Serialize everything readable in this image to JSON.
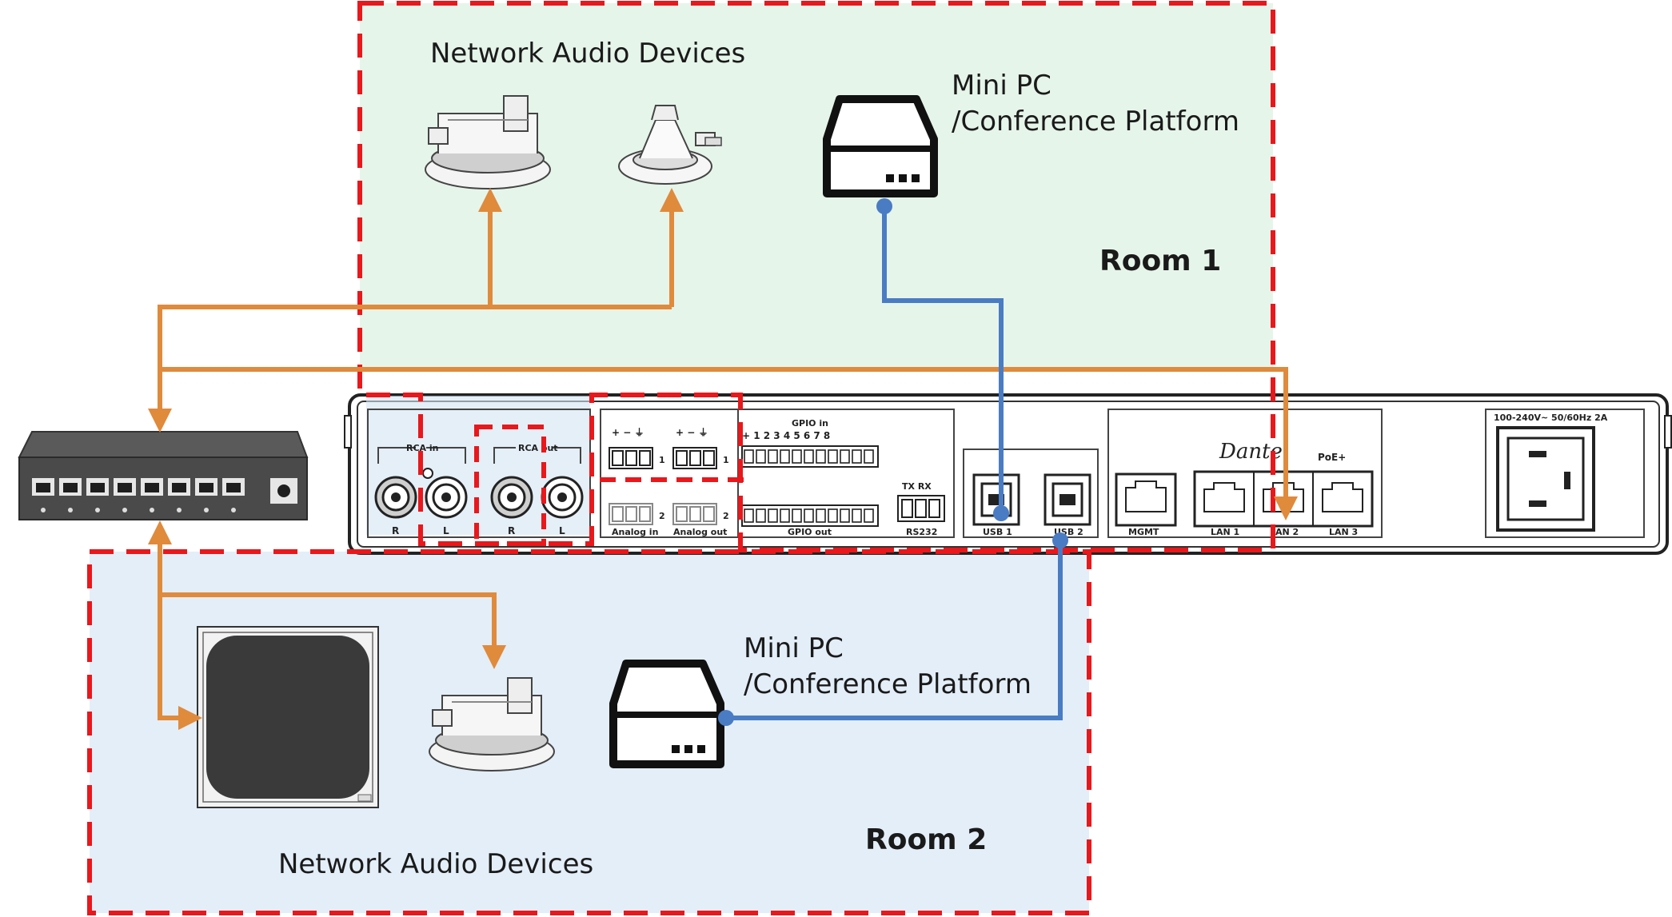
{
  "room1": {
    "label": "Room 1",
    "devices_label": "Network Audio Devices",
    "pc_label_line1": "Mini PC",
    "pc_label_line2": "/Conference Platform"
  },
  "room2": {
    "label": "Room 2",
    "devices_label": "Network Audio Devices",
    "pc_label_line1": "Mini PC",
    "pc_label_line2": "/Conference Platform"
  },
  "device_panel": {
    "rca_in": "RCA in",
    "rca_out": "RCA out",
    "r": "R",
    "l": "L",
    "analog_in": "Analog in",
    "analog_out": "Analog out",
    "gpio_in": "GPIO in",
    "gpio_out": "GPIO out",
    "gpio_numbers": "+ 1 2 3 4 5 6 7 8",
    "txrx": "TX RX",
    "rs232": "RS232",
    "usb1": "USB 1",
    "usb2": "USB 2",
    "mgmt": "MGMT",
    "lan1": "LAN 1",
    "lan2": "LAN 2",
    "lan3": "LAN 3",
    "dante": "Dante",
    "poe": "PoE+",
    "power": "100-240V~ 50/60Hz 2A",
    "ch1": "1",
    "ch2": "2"
  },
  "colors": {
    "room1_bg": "#e6f5ea",
    "room2_bg": "#e3eef8",
    "dashed_border": "#e8181c",
    "network_line": "#e08a3c",
    "usb_line": "#4a7cc4"
  }
}
